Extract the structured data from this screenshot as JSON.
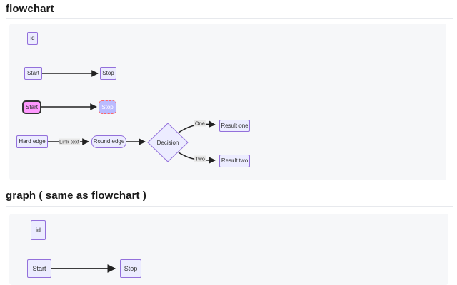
{
  "sections": [
    {
      "title": "flowchart",
      "diagram": {
        "nodes": {
          "id_node": "id",
          "start_plain": "Start",
          "stop_plain": "Stop",
          "start_styled": "Start",
          "stop_styled": "Stop",
          "hard_edge": "Hard edge",
          "round_edge": "Round edge",
          "decision": "Decision",
          "result_one": "Result one",
          "result_two": "Result two"
        },
        "edge_labels": {
          "link_text": "Link text",
          "one": "One",
          "two": "Two"
        }
      }
    },
    {
      "title": "graph ( same as flowchart )",
      "diagram": {
        "nodes": {
          "id_node": "id",
          "start": "Start",
          "stop": "Stop"
        }
      }
    }
  ],
  "colors": {
    "panel_bg": "#f6f7f9",
    "divider": "#e7e9ed",
    "node_fill": "#ECECFF",
    "node_border": "#9370DB",
    "node_text": "#333333",
    "edge": "#222222",
    "edge_label_bg": "#e8e8e8",
    "styled_start_fill": "#ff99ff",
    "styled_start_border": "#333333",
    "styled_stop_fill": "#bbbbff",
    "styled_stop_border": "#ff6666",
    "styled_stop_text": "#ffffff"
  }
}
